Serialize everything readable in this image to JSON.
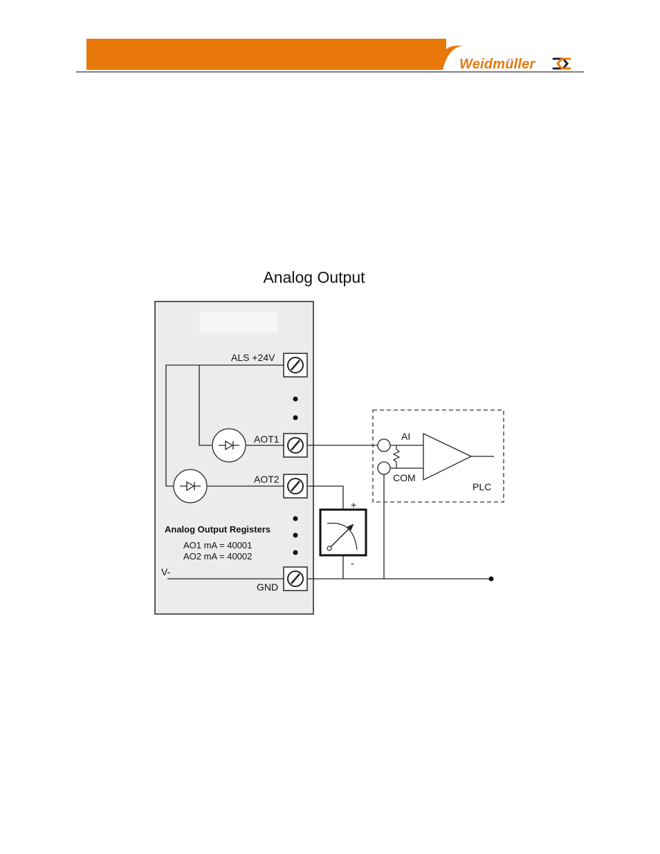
{
  "header": {
    "brand_name": "Weidmüller",
    "accent_color": "#e8780a"
  },
  "diagram": {
    "title": "Analog Output",
    "module": {
      "terminals": {
        "als": "ALS +24V",
        "aot1": "AOT1",
        "aot2": "AOT2",
        "gnd": "GND"
      },
      "supply_label": "V-",
      "registers": {
        "heading": "Analog Output Registers",
        "ao1": "AO1 mA = 40001",
        "ao2": "AO2 mA = 40002"
      }
    },
    "meter": {
      "plus": "+",
      "minus": "-"
    },
    "plc": {
      "ai": "AI",
      "com": "COM",
      "label": "PLC"
    }
  }
}
